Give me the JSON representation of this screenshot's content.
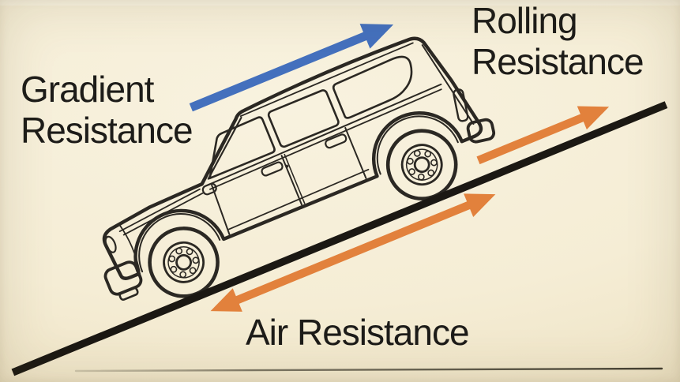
{
  "diagram": {
    "background_color": "#f5edd5",
    "labels": {
      "gradient_resistance": {
        "line1": "Gradient",
        "line2": "Resistance"
      },
      "rolling_resistance": {
        "line1": "Rolling",
        "line2": "Resistance"
      },
      "air_resistance": {
        "text": "Air Resistance"
      }
    },
    "arrows": {
      "gradient_resistance": {
        "color": "#4470bd",
        "direction": "up-slope",
        "double_headed": false
      },
      "rolling_resistance": {
        "color": "#e2813c",
        "direction": "up-slope",
        "double_headed": false
      },
      "air_resistance": {
        "color": "#e2813c",
        "direction": "along-slope",
        "double_headed": true
      }
    },
    "road": {
      "color": "#1b1813",
      "angle_deg": 22.3
    },
    "vehicle": {
      "type": "suv-line-drawing",
      "outline_color": "#2b2823"
    }
  }
}
